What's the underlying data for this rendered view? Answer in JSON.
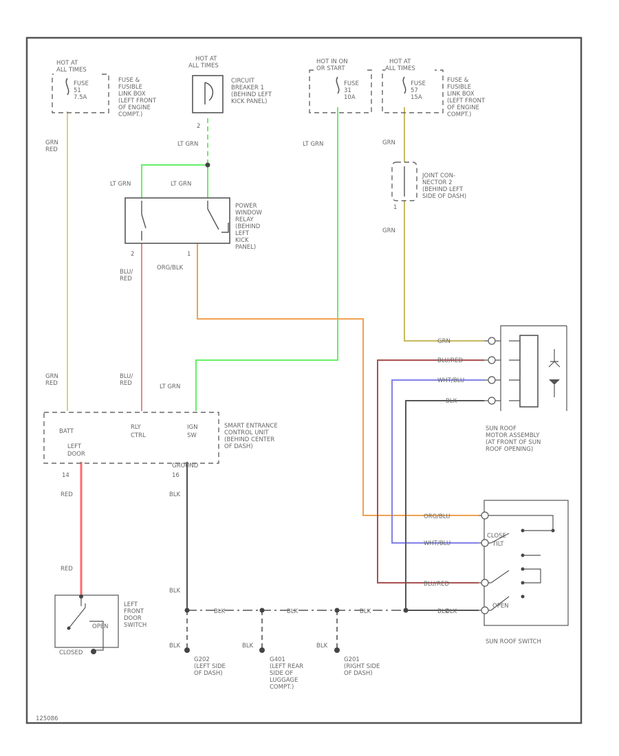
{
  "sources": {
    "s1": {
      "hot": [
        "HOT AT",
        "ALL TIMES"
      ],
      "fuse": [
        "FUSE",
        "51",
        "7.5A"
      ],
      "desc": [
        "FUSE &",
        "FUSIBLE",
        "LINK BOX",
        "(LEFT FRONT",
        "OF ENGINE",
        "COMPT.)"
      ]
    },
    "s2": {
      "hot": [
        "HOT AT",
        "ALL TIMES"
      ],
      "desc": [
        "CIRCUIT",
        "BREAKER 1",
        "(BEHIND LEFT",
        "KICK PANEL)"
      ],
      "pin": "2"
    },
    "s3": {
      "hot": [
        "HOT IN ON",
        "OR START"
      ],
      "fuse": [
        "FUSE",
        "31",
        "10A"
      ]
    },
    "s4": {
      "hot": [
        "HOT AT",
        "ALL TIMES"
      ],
      "fuse": [
        "FUSE",
        "57",
        "15A"
      ],
      "desc": [
        "FUSE &",
        "FUSIBLE",
        "LINK BOX",
        "(LEFT FRONT",
        "OF ENGINE",
        "COMPT.)"
      ]
    }
  },
  "wires": {
    "grn_red_a": [
      "GRN",
      "RED"
    ],
    "grn_red_b": [
      "GRN",
      "RED"
    ],
    "lt_grn_a": "LT GRN",
    "lt_grn_b": "LT GRN",
    "lt_grn_c": "LT GRN",
    "lt_grn_d": "LT GRN",
    "lt_grn_e": "LT GRN",
    "blu_red_a": [
      "BLU/",
      "RED"
    ],
    "blu_red_b": [
      "BLU/",
      "RED"
    ],
    "org_blk": "ORG/BLK",
    "grn_a": "GRN",
    "grn_b": "GRN",
    "red_a": "RED",
    "red_b": "RED",
    "blk_a": "BLK",
    "blk_b": "BLK",
    "blk_c": "BLK",
    "blk_d": "BLK",
    "blk_e": "BLK",
    "blk_r1": "BLK",
    "blk_r2": "BLK",
    "blk_r3": "BLK",
    "blk_r4": "BLK"
  },
  "relay": {
    "desc": [
      "POWER",
      "WINDOW",
      "RELAY",
      "(BEHIND",
      "LEFT",
      "KICK",
      "PANEL)"
    ],
    "pin_left": "2",
    "pin_right": "1"
  },
  "joint": {
    "desc": [
      "JOINT CON-",
      "NECTOR 2",
      "(BEHIND LEFT",
      "SIDE OF DASH)"
    ],
    "pin": "1"
  },
  "control_unit": {
    "batt": "BATT",
    "rly_ctrl": [
      "RLY",
      "CTRL"
    ],
    "ign_sw": [
      "IGN",
      "SW"
    ],
    "left_door": [
      "LEFT",
      "DOOR"
    ],
    "ground": "GROUND",
    "desc": [
      "SMART ENTRANCE",
      "CONTROL UNIT",
      "(BEHIND CENTER",
      "OF DASH)"
    ],
    "pin_a": "14",
    "pin_b": "16"
  },
  "motor": {
    "desc": [
      "SUN ROOF",
      "MOTOR ASSEMBLY",
      "(AT FRONT OF SUN",
      "ROOF OPENING)"
    ],
    "wires": [
      "GRN",
      "BLU/RED",
      "WHT/BLU",
      "BLK"
    ]
  },
  "sunroof_switch": {
    "desc": "SUN ROOF SWITCH",
    "close": "CLOSE",
    "tilt": "TILT",
    "open": "OPEN",
    "wires": [
      "ORG/BLU",
      "WHT/BLU",
      "BLU/RED",
      "BLK"
    ]
  },
  "door_switch": {
    "desc": [
      "LEFT",
      "FRONT",
      "DOOR",
      "SWITCH"
    ],
    "open": "OPEN",
    "closed": "CLOSED"
  },
  "grounds": {
    "g202": [
      "G202",
      "(LEFT SIDE",
      "OF DASH)"
    ],
    "g401": [
      "G401",
      "(LEFT REAR",
      "SIDE OF",
      "LUGGAGE",
      "COMPT.)"
    ],
    "g201": [
      "G201",
      "(RIGHT SIDE",
      "OF DASH)"
    ]
  },
  "figure_code": "125086",
  "colors": {
    "frame": "#555555",
    "lt_grn": "#66ee66",
    "grn_red": "#d8d27a",
    "grn": "#c8b860",
    "blu_red": "#e08a8a",
    "org_blk": "#f0a050",
    "red": "#ff6a6a",
    "blk": "#666666",
    "dark_red": "#a85050",
    "wht_blu": "#8080e8"
  }
}
